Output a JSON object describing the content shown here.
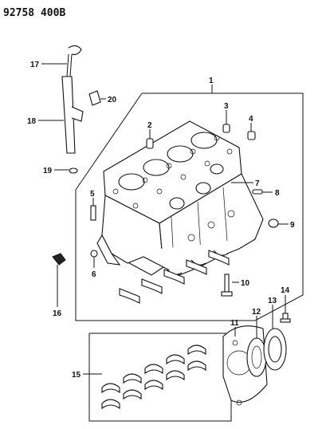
{
  "diagram": {
    "header": "92758  400B",
    "callouts": {
      "c1": "1",
      "c2": "2",
      "c3": "3",
      "c4": "4",
      "c5": "5",
      "c6": "6",
      "c7": "7",
      "c8": "8",
      "c9": "9",
      "c10": "10",
      "c11": "11",
      "c12": "12",
      "c13": "13",
      "c14": "14",
      "c15": "15",
      "c16": "16",
      "c17": "17",
      "c18": "18",
      "c19": "19",
      "c20": "20"
    }
  }
}
